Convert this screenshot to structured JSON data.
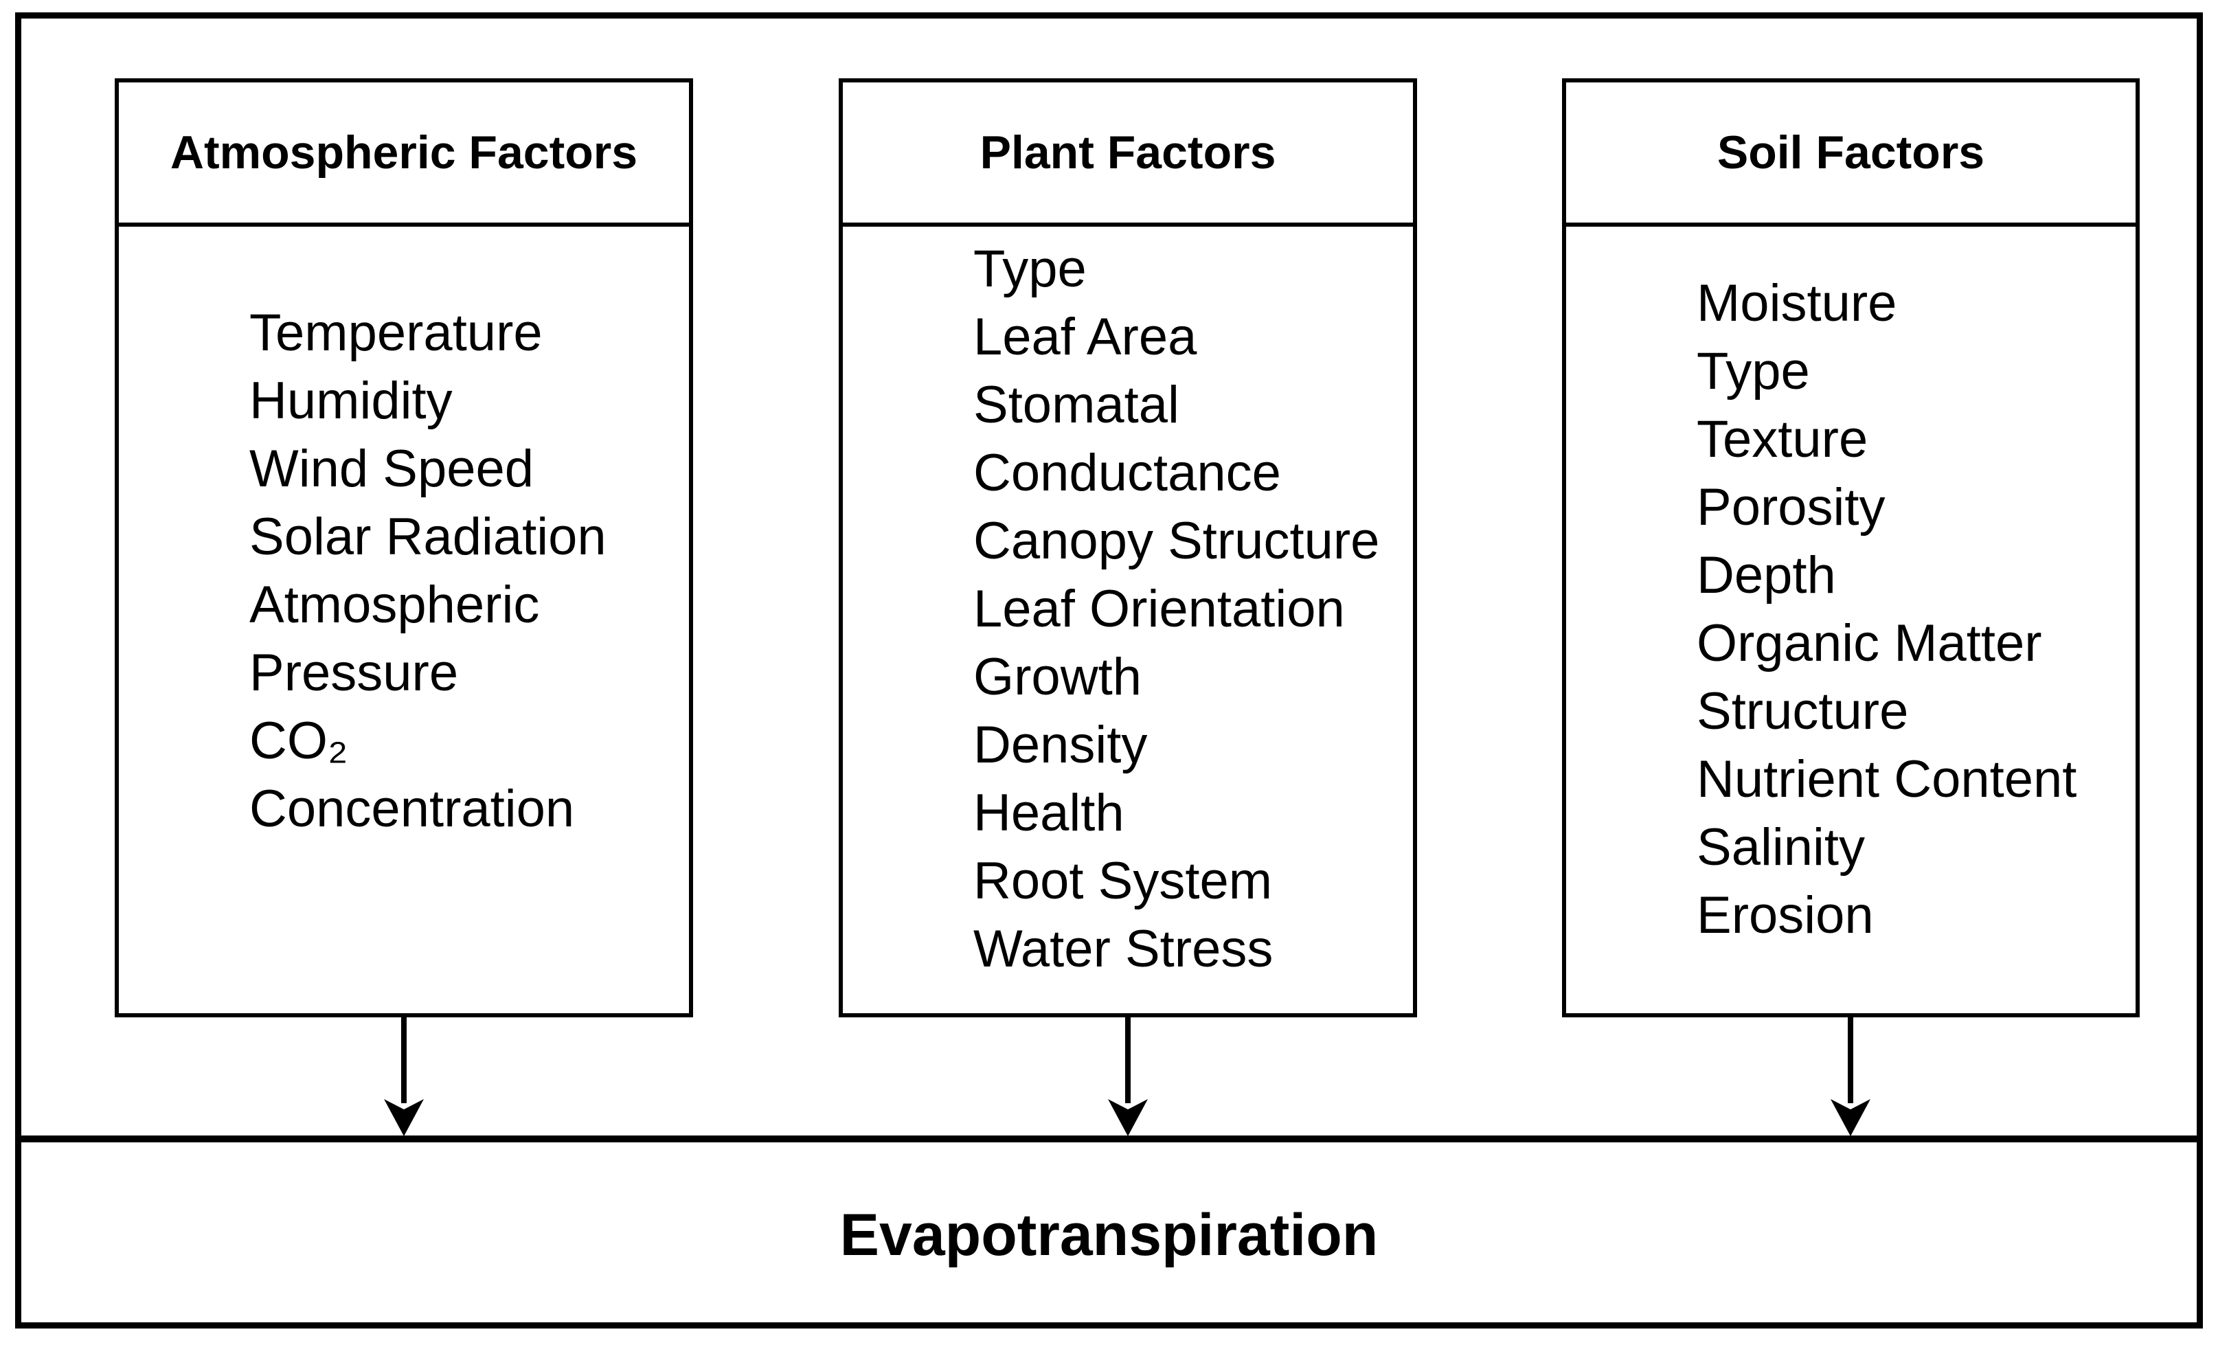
{
  "colors": {
    "ink": "#000000",
    "paper": "#ffffff"
  },
  "boxes": [
    {
      "title": "Atmospheric Factors",
      "lines": [
        "Temperature",
        "Humidity",
        "Wind Speed",
        "Solar Radiation",
        "Atmospheric",
        "Pressure",
        "CO₂",
        "Concentration"
      ]
    },
    {
      "title": "Plant Factors",
      "lines": [
        "Type",
        "Leaf Area",
        "Stomatal",
        "Conductance",
        "Canopy Structure",
        "Leaf Orientation",
        "Growth",
        "Density",
        "Health",
        "Root System",
        "Water Stress"
      ]
    },
    {
      "title": "Soil Factors",
      "lines": [
        "Moisture",
        "Type",
        "Texture",
        "Porosity",
        "Depth",
        "Organic Matter",
        "Structure",
        "Nutrient Content",
        "Salinity",
        "Erosion"
      ]
    }
  ],
  "result": {
    "label": "Evapotranspiration"
  }
}
